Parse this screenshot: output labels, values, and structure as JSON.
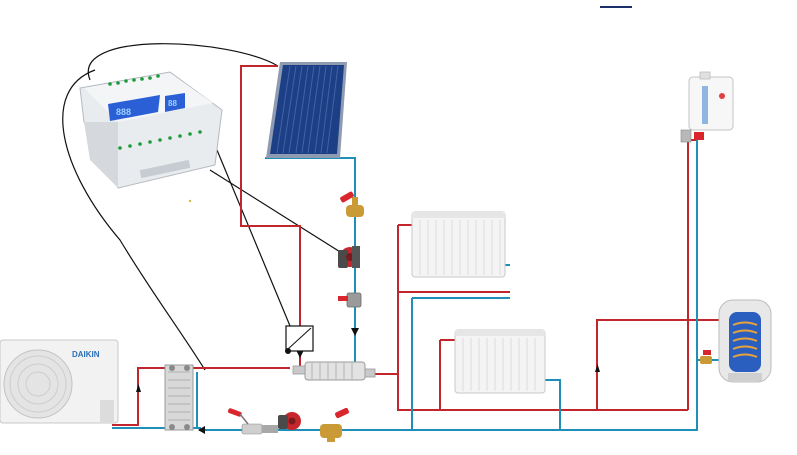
{
  "outdoor_unit": {
    "brand": "DAIKIN",
    "body_color": "#f2f2f2",
    "logo_color": "#2a6fb7"
  },
  "controller": {
    "body_color": "#e9ecef",
    "display_color": "#2a5fd6",
    "led_color": "#1c9b3a",
    "left_display_value": "888",
    "right_display_value": "88"
  },
  "colors": {
    "hot_pipe": "#c0262c",
    "cold_pipe": "#1f8fb8",
    "wire": "#111111",
    "collector": "#1c3f86",
    "radiator": "#f4f4f4",
    "boiler_tank": "#2a5fbf",
    "valve_red": "#d8262c",
    "valve_brass": "#c99a36",
    "pump_red": "#c6262c"
  },
  "icons": {
    "flow_arrow": "arrow-up-icon",
    "thermostat": "thermostat-icon",
    "pump": "pump-icon",
    "valve": "valve-icon"
  }
}
